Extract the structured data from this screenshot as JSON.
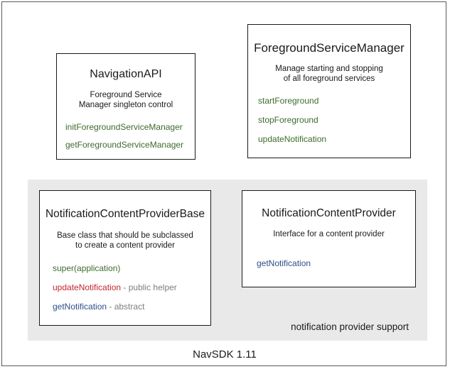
{
  "diagram": {
    "footer_label": "NavSDK 1.11",
    "group": {
      "label": "notification provider support"
    },
    "colors": {
      "method_green": "#3d6b2c",
      "method_red": "#c0272d",
      "method_blue": "#2c4f88",
      "note_gray": "#7d7d7d",
      "group_background": "#e9e9e9",
      "box_border": "#1a1a1a",
      "frame_border": "#5a5a5a"
    },
    "boxes": {
      "navigation_api": {
        "title": "NavigationAPI",
        "description_line1": "Foreground Service",
        "description_line2": "Manager singleton control",
        "members": [
          {
            "name": "initForegroundServiceManager",
            "note": ""
          },
          {
            "name": "getForegroundServiceManager",
            "note": ""
          }
        ]
      },
      "foreground_service_manager": {
        "title": "ForegroundServiceManager",
        "description_line1": "Manage starting and stopping",
        "description_line2": "of all foreground services",
        "members": [
          {
            "name": "startForeground",
            "note": ""
          },
          {
            "name": "stopForeground",
            "note": ""
          },
          {
            "name": "updateNotification",
            "note": ""
          }
        ]
      },
      "notification_content_provider_base": {
        "title": "NotificationContentProviderBase",
        "description_line1": "Base class that should be subclassed",
        "description_line2": "to create a content provider",
        "members": [
          {
            "name": "super(application)",
            "note": ""
          },
          {
            "name": "updateNotification",
            "note": " - public helper"
          },
          {
            "name": "getNotification",
            "note": " - abstract"
          }
        ]
      },
      "notification_content_provider": {
        "title": "NotificationContentProvider",
        "description_line1": "Interface for a content provider",
        "description_line2": "",
        "members": [
          {
            "name": "getNotification",
            "note": ""
          }
        ]
      }
    }
  }
}
